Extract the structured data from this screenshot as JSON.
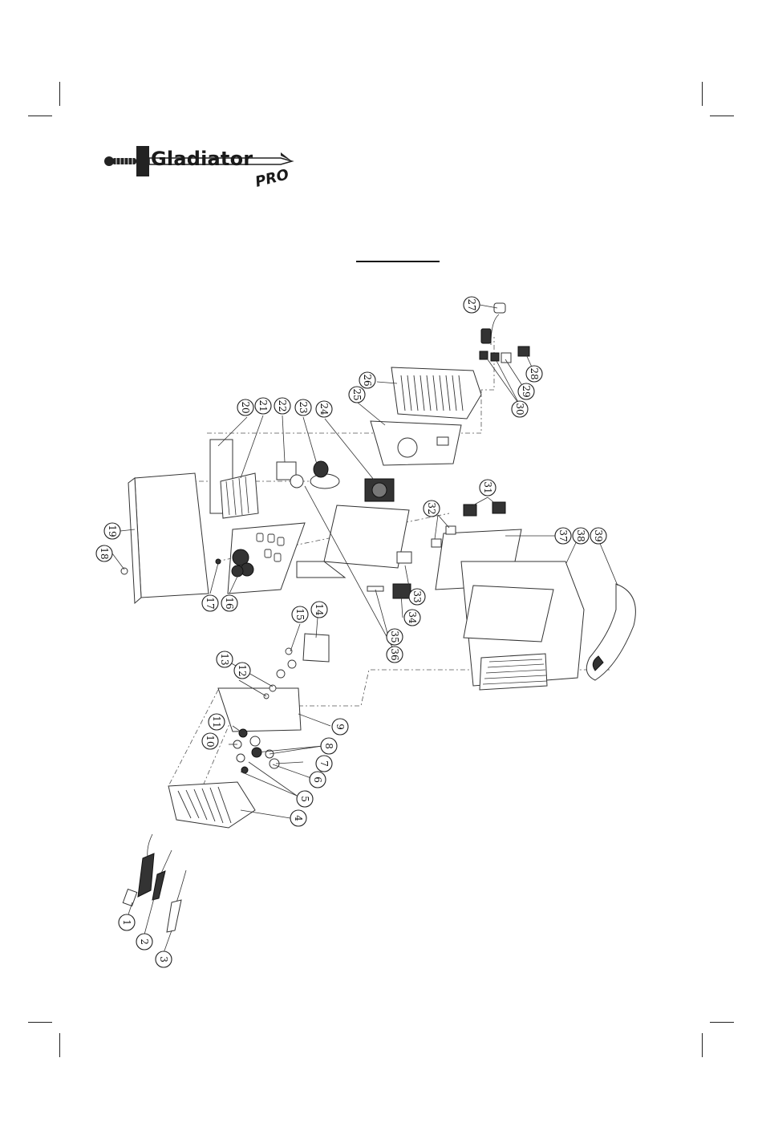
{
  "logo": {
    "main": "Gladiator",
    "sub": "PRO"
  },
  "diagram": {
    "callouts": [
      "1",
      "2",
      "3",
      "4",
      "5",
      "6",
      "7",
      "8",
      "9",
      "10",
      "11",
      "12",
      "13",
      "14",
      "15",
      "16",
      "17",
      "18",
      "19",
      "20",
      "21",
      "22",
      "23",
      "24",
      "25",
      "26",
      "27",
      "28",
      "29",
      "30",
      "31",
      "32",
      "33",
      "34",
      "35",
      "36",
      "37",
      "38",
      "39"
    ]
  }
}
